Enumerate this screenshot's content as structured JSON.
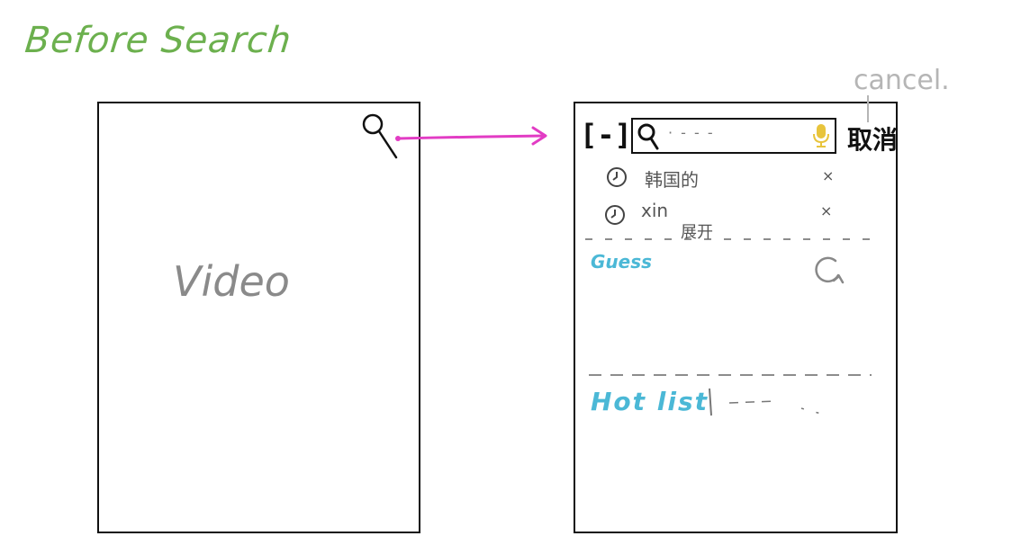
{
  "title": "Before Search",
  "left_phone": {
    "content_label": "Video"
  },
  "right_phone": {
    "annotation": "cancel.",
    "back_button": "[-]",
    "search_placeholder": "· - - -",
    "cancel_button": "取消",
    "history": [
      {
        "text": "韩国的",
        "remove": "×"
      },
      {
        "text": "xin",
        "remove": "×"
      }
    ],
    "expand_label": "展开",
    "guess_label": "Guess",
    "hot_list_label": "Hot  list"
  },
  "colors": {
    "title": "#6cb04e",
    "arrow": "#e23cc4",
    "section": "#4bb8d6",
    "mic": "#e8c43c",
    "annotation": "#b5b5b5"
  },
  "icons": {
    "left_search": "search-icon",
    "box_search": "search-icon",
    "mic": "microphone-icon",
    "history": "clock-icon",
    "refresh": "refresh-icon"
  }
}
